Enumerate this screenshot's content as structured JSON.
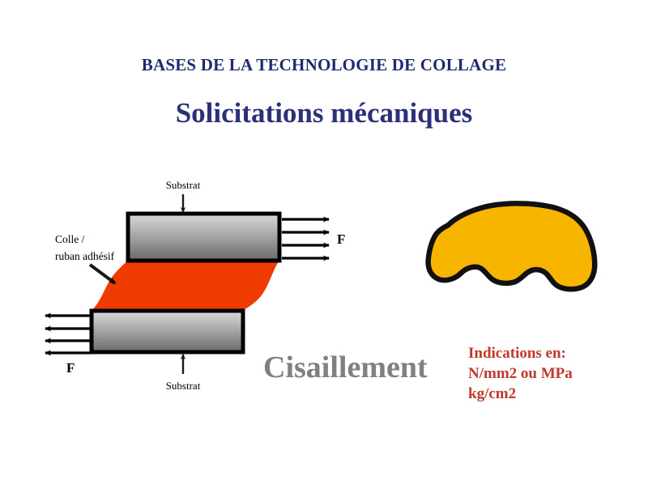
{
  "slide": {
    "title": "BASES DE LA TECHNOLOGIE DE COLLAGE",
    "subtitle": "Solicitations mécaniques",
    "background_color": "#ffffff",
    "title_color": "#1f2a6e",
    "subtitle_color": "#2c2f7a"
  },
  "diagram": {
    "caption": "Cisaillement",
    "caption_color": "#808080",
    "labels": {
      "substrate_top": "Substrat",
      "substrate_bottom": "Substrat",
      "adhesive_line1": "Colle /",
      "adhesive_line2": "ruban adhésif",
      "force_right": "F",
      "force_left": "F"
    },
    "colors": {
      "substrate_light": "#d9d9d9",
      "substrate_dark": "#6e6e6e",
      "adhesive": "#ef3b00",
      "outline": "#000000",
      "arrow": "#000000"
    },
    "arrow_counts": {
      "right_force_arrows": 4,
      "left_force_arrows": 4
    }
  },
  "car": {
    "name": "car-silhouette",
    "fill_color": "#f7b500",
    "outline_color": "#111111"
  },
  "indications": {
    "color": "#c0392b",
    "lines": [
      "Indications en:",
      "N/mm2 ou MPa",
      "kg/cm2"
    ],
    "line1": "Indications en:",
    "line2": "N/mm2 ou MPa",
    "line3": "kg/cm2"
  }
}
